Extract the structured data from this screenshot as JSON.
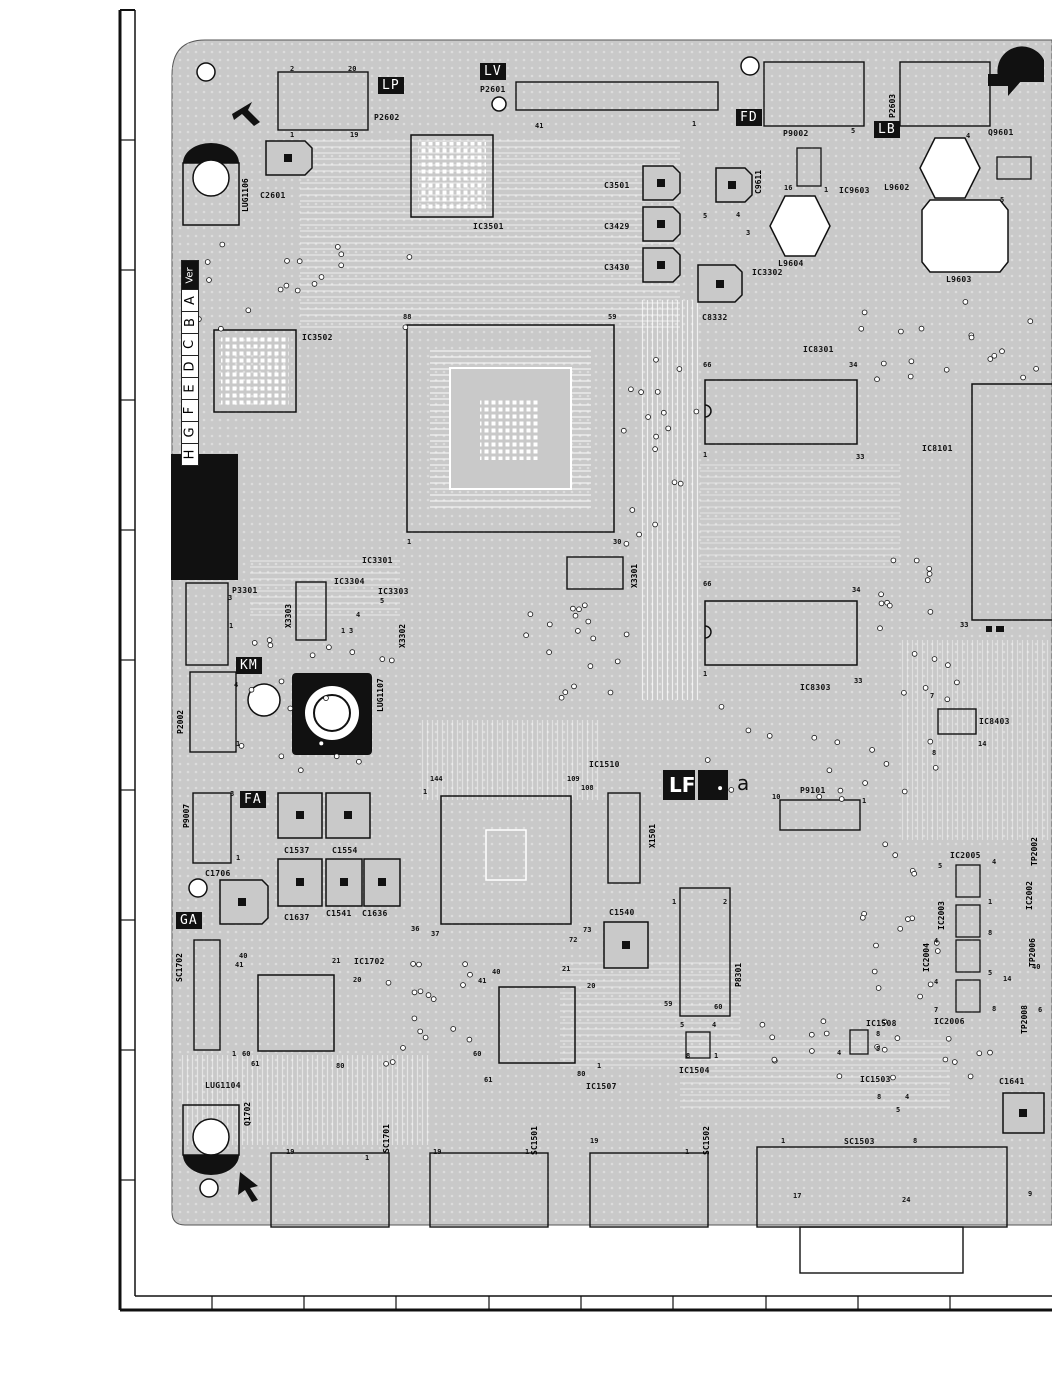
{
  "board": {
    "connector_tags": [
      "LP",
      "LV",
      "FD",
      "LB",
      "KM",
      "FA",
      "GA"
    ],
    "board_tag_primary": "LF",
    "board_tag_secondary": "a",
    "version_strip": {
      "heading": "Ver",
      "letters": [
        "A",
        "B",
        "C",
        "D",
        "E",
        "F",
        "G",
        "H"
      ]
    }
  },
  "components": {
    "P2602": "P2602",
    "P2601": "P2601",
    "C2601": "C2601",
    "LUG1106": "LUG1106",
    "IC3501": "IC3501",
    "C3501": "C3501",
    "C3429": "C3429",
    "C3430": "C3430",
    "C9611": "C9611",
    "P9002": "P9002",
    "IC9603": "IC9603",
    "L9602": "L9602",
    "P2603": "P2603",
    "Q9601": "Q9601",
    "L9604": "L9604",
    "IC3302": "IC3302",
    "L9603": "L9603",
    "C8332": "C8332",
    "IC3502": "IC3502",
    "IC8301": "IC8301",
    "IC8101": "IC8101",
    "IC3301": "IC3301",
    "X3301": "X3301",
    "P3301": "P3301",
    "IC3304": "IC3304",
    "IC3303": "IC3303",
    "X3303": "X3303",
    "X3302": "X3302",
    "IC8303": "IC8303",
    "LUG1107": "LUG1107",
    "P2002": "P2002",
    "IC8403": "IC8403",
    "IC1510": "IC1510",
    "P9101": "P9101",
    "P9007": "P9007",
    "C1537": "C1537",
    "C1554": "C1554",
    "X1501": "X1501",
    "C1706": "C1706",
    "C1637": "C1637",
    "C1541": "C1541",
    "C1636": "C1636",
    "TP2002": "TP2002",
    "IC2005": "IC2005",
    "IC2003": "IC2003",
    "IC2002": "IC2002",
    "IC2004": "IC2004",
    "TP2006": "TP2006",
    "C1540": "C1540",
    "SC1702": "SC1702",
    "IC1702": "IC1702",
    "P8301": "P8301",
    "IC2006": "IC2006",
    "TP2008": "TP2008",
    "IC1508": "IC1508",
    "LUG1104": "LUG1104",
    "IC1504": "IC1504",
    "IC1503": "IC1503",
    "C1641": "C1641",
    "Q1702": "Q1702",
    "IC1507": "IC1507",
    "SC1701": "SC1701",
    "SC1501": "SC1501",
    "SC1502": "SC1502",
    "SC1503": "SC1503"
  },
  "pins": {
    "p2602_2": "2",
    "p2602_20": "20",
    "p2602_1": "1",
    "p2602_19": "19",
    "p2601_41": "41",
    "p2601_1": "1",
    "c9611_16": "16",
    "c9611_1": "1",
    "c9611_5": "5",
    "l9602_4": "4",
    "l9602_5": "5",
    "c3302_5": "5",
    "c3302_4": "4",
    "c3302_3": "3",
    "ic3301_88": "88",
    "ic3301_59": "59",
    "ic3301_1": "1",
    "ic3301_30": "30",
    "ic8301_66": "66",
    "ic8301_34": "34",
    "ic8301_1": "1",
    "ic8301_33": "33",
    "ic8101_33": "33",
    "ic8303_66": "66",
    "ic8303_34": "34",
    "ic8303_1": "1",
    "ic8303_33": "33",
    "ic8403_7": "7",
    "ic8403_8": "8",
    "ic8403_14": "14",
    "p3301_3": "3",
    "p3301_1": "1",
    "ic3304_1": "1",
    "ic3304_3": "3",
    "ic3304_5": "5",
    "ic3304_4": "4",
    "p2002_4": "4",
    "p2002_1": "1",
    "ic1510_144": "144",
    "ic1510_109": "109",
    "ic1510_108": "108",
    "ic1510_1": "1",
    "ic1510_36": "36",
    "ic1510_37": "37",
    "ic1510_72": "72",
    "ic1510_73": "73",
    "p9101_10": "10",
    "p9101_1": "1",
    "p9007_3": "3",
    "p9007_1": "1",
    "ic1702_21": "21",
    "ic1702_40": "40",
    "ic1702_41": "41",
    "ic1702_20": "20",
    "ic1702_60": "60",
    "ic1702_61": "61",
    "ic1702_80": "80",
    "ic1702_1": "1",
    "ic1507_40": "40",
    "ic1507_41": "41",
    "ic1507_21": "21",
    "ic1507_20": "20",
    "ic1507_60": "60",
    "ic1507_61": "61",
    "ic1507_80": "80",
    "ic1507_1": "1",
    "p8301_1": "1",
    "p8301_2": "2",
    "p8301_59": "59",
    "p8301_60": "60",
    "ic2005_5": "5",
    "ic2005_4": "4",
    "ic2005_1": "1",
    "ic2003_8": "8",
    "ic2003_4": "4",
    "ic2003_5": "5",
    "ic2006_4": "4",
    "ic2006_7": "7",
    "ic2006_8": "8",
    "ic2006_14": "14",
    "ic1504_5": "5",
    "ic1504_4": "4",
    "ic1504_8": "8",
    "ic1504_1": "1",
    "ic1508_8": "8",
    "ic1508_4": "4",
    "ic1508_5": "5",
    "ic1503_8": "8",
    "ic1503_4": "4",
    "ic1503_5": "5",
    "sc1701_19": "19",
    "sc1701_1": "1",
    "sc1501_19": "19",
    "sc1501_1": "1",
    "sc1502_19": "19",
    "sc1502_1": "1",
    "sc1503_1": "1",
    "sc1503_8": "8",
    "sc1503_17": "17",
    "sc1503_24": "24",
    "c1641_9": "9",
    "tp2008_40": "40",
    "tp2008_6": "6"
  },
  "colors": {
    "board_fill": "#c9c9c9",
    "trace": "#ffffff",
    "ink": "#111111",
    "frame": "#111111"
  }
}
